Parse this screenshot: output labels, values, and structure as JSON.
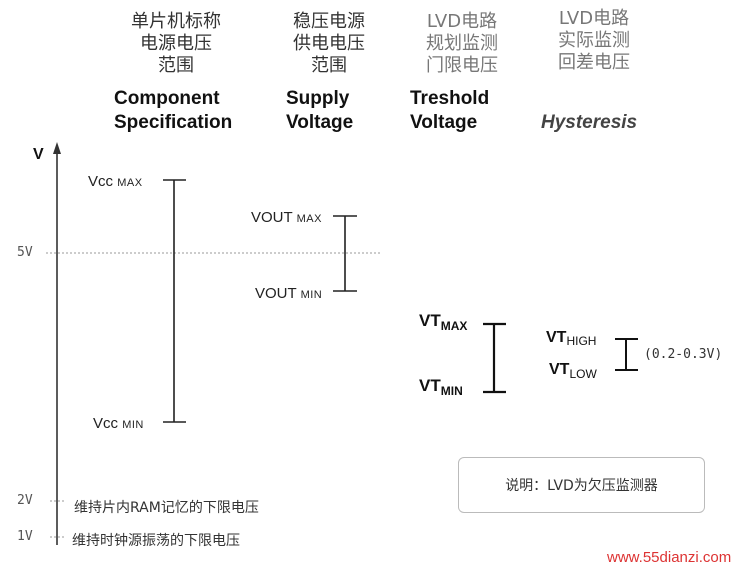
{
  "columns": [
    {
      "zh": [
        "单片机标称",
        "电源电压",
        "范围"
      ],
      "en": [
        "Component",
        "Specification"
      ]
    },
    {
      "zh": [
        "稳压电源",
        "供电电压",
        "范围"
      ],
      "en": [
        "Supply",
        "Voltage"
      ]
    },
    {
      "zh": [
        "LVD电路",
        "规划监测",
        "门限电压"
      ],
      "en": [
        "Treshold",
        "Voltage"
      ]
    },
    {
      "zh": [
        "LVD电路",
        "实际监测",
        "回差电压"
      ],
      "en": [
        "Hysteresis"
      ]
    }
  ],
  "axis": {
    "label": "V",
    "ticks": [
      "5V",
      "2V",
      "1V"
    ]
  },
  "labels": {
    "vcc_max": {
      "main": "Vcc ",
      "sub": "MAX"
    },
    "vcc_min": {
      "main": "Vcc ",
      "sub": "MIN"
    },
    "vout_max": {
      "main": "VOUT ",
      "sub": "MAX"
    },
    "vout_min": {
      "main": "VOUT ",
      "sub": "MIN"
    },
    "vt_max": {
      "main": "VT",
      "sub": "MAX"
    },
    "vt_min": {
      "main": "VT",
      "sub": "MIN"
    },
    "vt_high": {
      "main": "VT",
      "sub": "HIGH"
    },
    "vt_low": {
      "main": "VT",
      "sub": "LOW"
    },
    "hysteresis_range": "(0.2-0.3V)"
  },
  "notes": {
    "ram": "维持片内RAM记忆的下限电压",
    "clock": "维持时钟源振荡的下限电压",
    "box": "说明：LVD为欠压监测器"
  },
  "watermark": "www.55dianzi.com"
}
